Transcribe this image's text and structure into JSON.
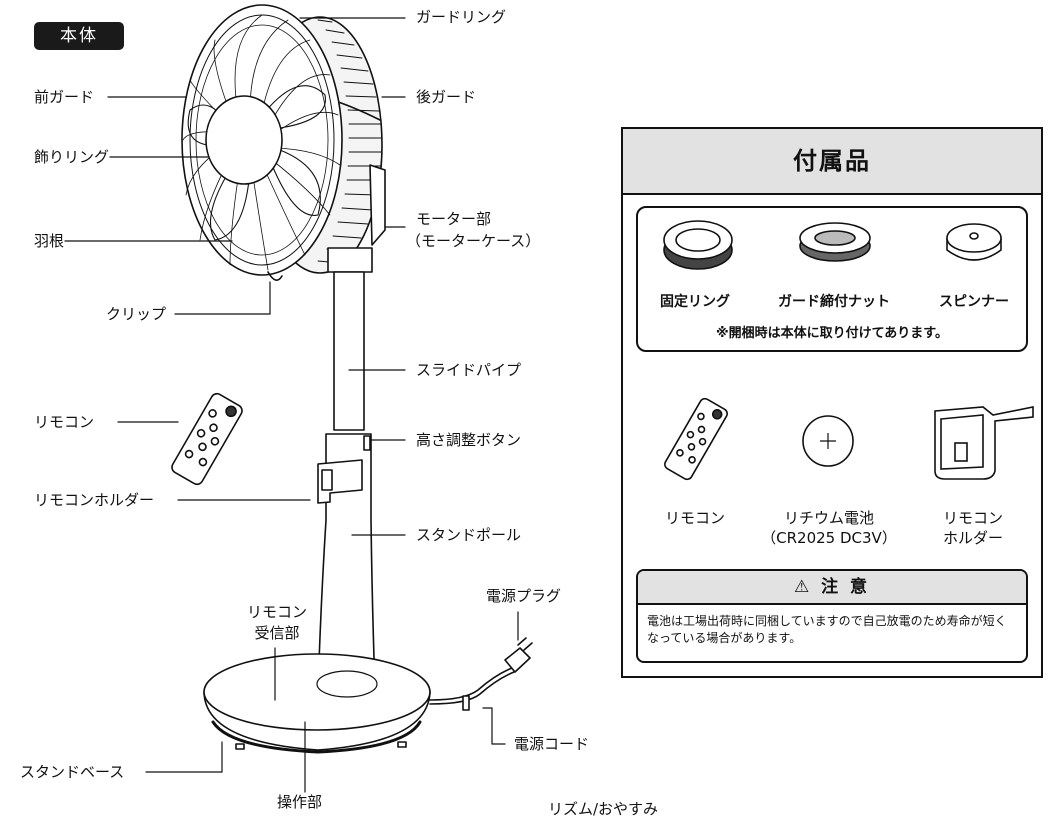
{
  "badge": "本体",
  "labels": {
    "guard_ring": "ガードリング",
    "front_guard": "前ガード",
    "rear_guard": "後ガード",
    "deco_ring": "飾りリング",
    "motor_line1": "モーター部",
    "motor_line2": "（モーターケース）",
    "blade": "羽根",
    "clip": "クリップ",
    "slide_pipe": "スライドパイプ",
    "remote": "リモコン",
    "height_button": "高さ調整ボタン",
    "remote_holder": "リモコンホルダー",
    "stand_pole": "スタンドポール",
    "receiver_line1": "リモコン",
    "receiver_line2": "受信部",
    "power_plug": "電源プラグ",
    "power_cord": "電源コード",
    "stand_base": "スタンドベース",
    "control_panel": "操作部",
    "bottom_cut": "リズム/おやすみ"
  },
  "accessories": {
    "title": "付属品",
    "group1": {
      "items": [
        "固定リング",
        "ガード締付ナット",
        "スピンナー"
      ],
      "note": "※開梱時は本体に取り付けてあります。"
    },
    "group2": {
      "remote": "リモコン",
      "battery_line1": "リチウム電池",
      "battery_line2": "（CR2025 DC3V）",
      "holder_line1": "リモコン",
      "holder_line2": "ホルダー"
    },
    "caution": {
      "title": "注 意",
      "text": "電池は工場出荷時に同梱していますので自己放電のため寿命が短くなっている場合があります。"
    }
  }
}
